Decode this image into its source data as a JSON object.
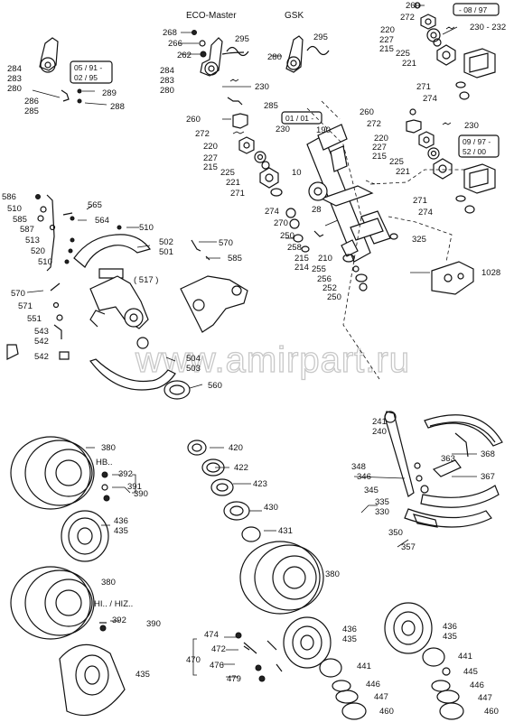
{
  "headers": {
    "eco_master": "ECO-Master",
    "gsk": "GSK"
  },
  "date_boxes": {
    "d1": "- 08 / 97",
    "d2_line1": "05 / 91 -",
    "d2_line2": "02 / 95",
    "d3": "01 / 01 -",
    "d4_line1": "09 / 97 -",
    "d4_line2": "52 / 00"
  },
  "group_labels": {
    "hb": "HB..",
    "hi_hiz": "HI.. / HIZ.."
  },
  "watermark": "www.amirpart.ru",
  "labels": {
    "l260a": "260",
    "l272a": "272",
    "l230_232": "230 - 232",
    "l220a": "220",
    "l227a": "227",
    "l215a": "215",
    "l225a": "225",
    "l221a": "221",
    "l271a": "271",
    "l274a": "274",
    "l268": "268",
    "l266": "266",
    "l262": "262",
    "l295a": "295",
    "l295b": "295",
    "l280gsk": "280",
    "l284a": "284",
    "l283a": "283",
    "l280a": "280",
    "l289": "289",
    "l286": "286",
    "l285a": "285",
    "l288": "288",
    "l284b": "284",
    "l283b": "283",
    "l280b": "280",
    "l230b": "230",
    "l285b": "285",
    "l260b": "260",
    "l272b": "272",
    "l230c": "230",
    "l220b": "220",
    "l227b": "227",
    "l215b": "215",
    "l225b": "225",
    "l221b": "221",
    "l271b": "271",
    "l260c": "260",
    "l272c": "272",
    "l230d": "230",
    "l220c": "220",
    "l227c": "227",
    "l215c": "215",
    "l225c": "225",
    "l221c": "221",
    "l271c": "271",
    "l274c": "274",
    "l190": "190",
    "l10": "10",
    "l28": "28",
    "l274b": "274",
    "l270": "270",
    "l250a": "250",
    "l258": "258",
    "l215d": "215",
    "l214": "214",
    "l210": "210",
    "l255": "255",
    "l256": "256",
    "l252": "252",
    "l250b": "250",
    "l325": "325",
    "l1028": "1028",
    "l586": "586",
    "l510a": "510",
    "l585a": "585",
    "l587": "587",
    "l565": "565",
    "l564": "564",
    "l510b": "510",
    "l513": "513",
    "l520": "520",
    "l510c": "510",
    "l502": "502",
    "l501": "501",
    "l570a": "570",
    "l585b": "585",
    "l570b": "570",
    "l571": "571",
    "l551": "551",
    "l543": "543",
    "l542a": "542",
    "l542b": "542",
    "l517": "( 517 )",
    "l504": "504",
    "l503": "503",
    "l560": "560",
    "l241": "241",
    "l240": "240",
    "l368": "368",
    "l348": "348",
    "l363": "363",
    "l346": "346",
    "l367": "367",
    "l345": "345",
    "l335": "335",
    "l330": "330",
    "l350": "350",
    "l357": "357",
    "l380a": "380",
    "l392a": "392",
    "l391": "391",
    "l390a": "390",
    "l436a": "436",
    "l435a": "435",
    "l420": "420",
    "l422": "422",
    "l423": "423",
    "l430": "430",
    "l431": "431",
    "l380b": "380",
    "l380c": "380",
    "l392b": "392",
    "l390b": "390",
    "l435b": "435",
    "l474": "474",
    "l472": "472",
    "l470": "470",
    "l476": "476",
    "l479": "479",
    "l436b": "436",
    "l435c": "435",
    "l441a": "441",
    "l446a": "446",
    "l447a": "447",
    "l460a": "460",
    "l436c": "436",
    "l435d": "435",
    "l441b": "441",
    "l445": "445",
    "l446b": "446",
    "l447b": "447",
    "l460b": "460"
  }
}
